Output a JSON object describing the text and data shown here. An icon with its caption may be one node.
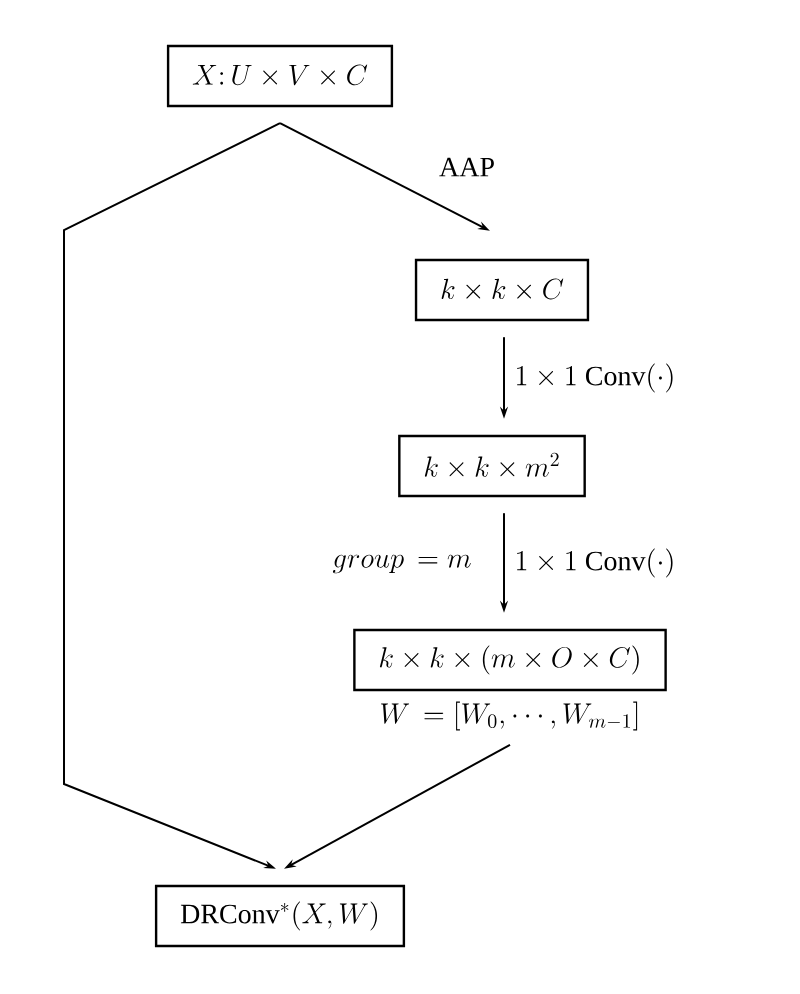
{
  "diagram": {
    "nodes": [
      {
        "text": [
          "X\\colon U\\times V\\times C"
        ]
      },
      {
        "text": [
          "k\\times k\\times C"
        ]
      },
      {
        "text": [
          "k\\times k\\times m^{2}"
        ]
      },
      {
        "text": [
          "k\\times k\\times (m\\times O\\times C)"
        ],
        "beside": [
          "W\\,=[W_{0},\\cdots,W_{m-1}]"
        ]
      },
      {
        "text": [
          "\\mathrm{DRConv}^{*}(X,W)"
        ]
      }
    ],
    "edges": [
      {
        "from": 0,
        "to": 1,
        "arrow": "to",
        "label": "\\mathrm{AAP}"
      },
      {
        "from": 1,
        "to": 2,
        "arrow": "to",
        "label": "1\\times 1\\ \\mathrm{Conv}(\\cdot)"
      },
      {
        "from": 2,
        "to": 3,
        "arrow": "to",
        "label": "1\\times 1\\ \\mathrm{Conv}(\\cdot)"
      },
      {
        "from": 0,
        "to": 4,
        "arrow": "to"
      },
      {
        "from": 3,
        "to": 4,
        "arrow": "to"
      }
    ],
    "labels": [
      "group\\,=m"
    ]
  }
}
